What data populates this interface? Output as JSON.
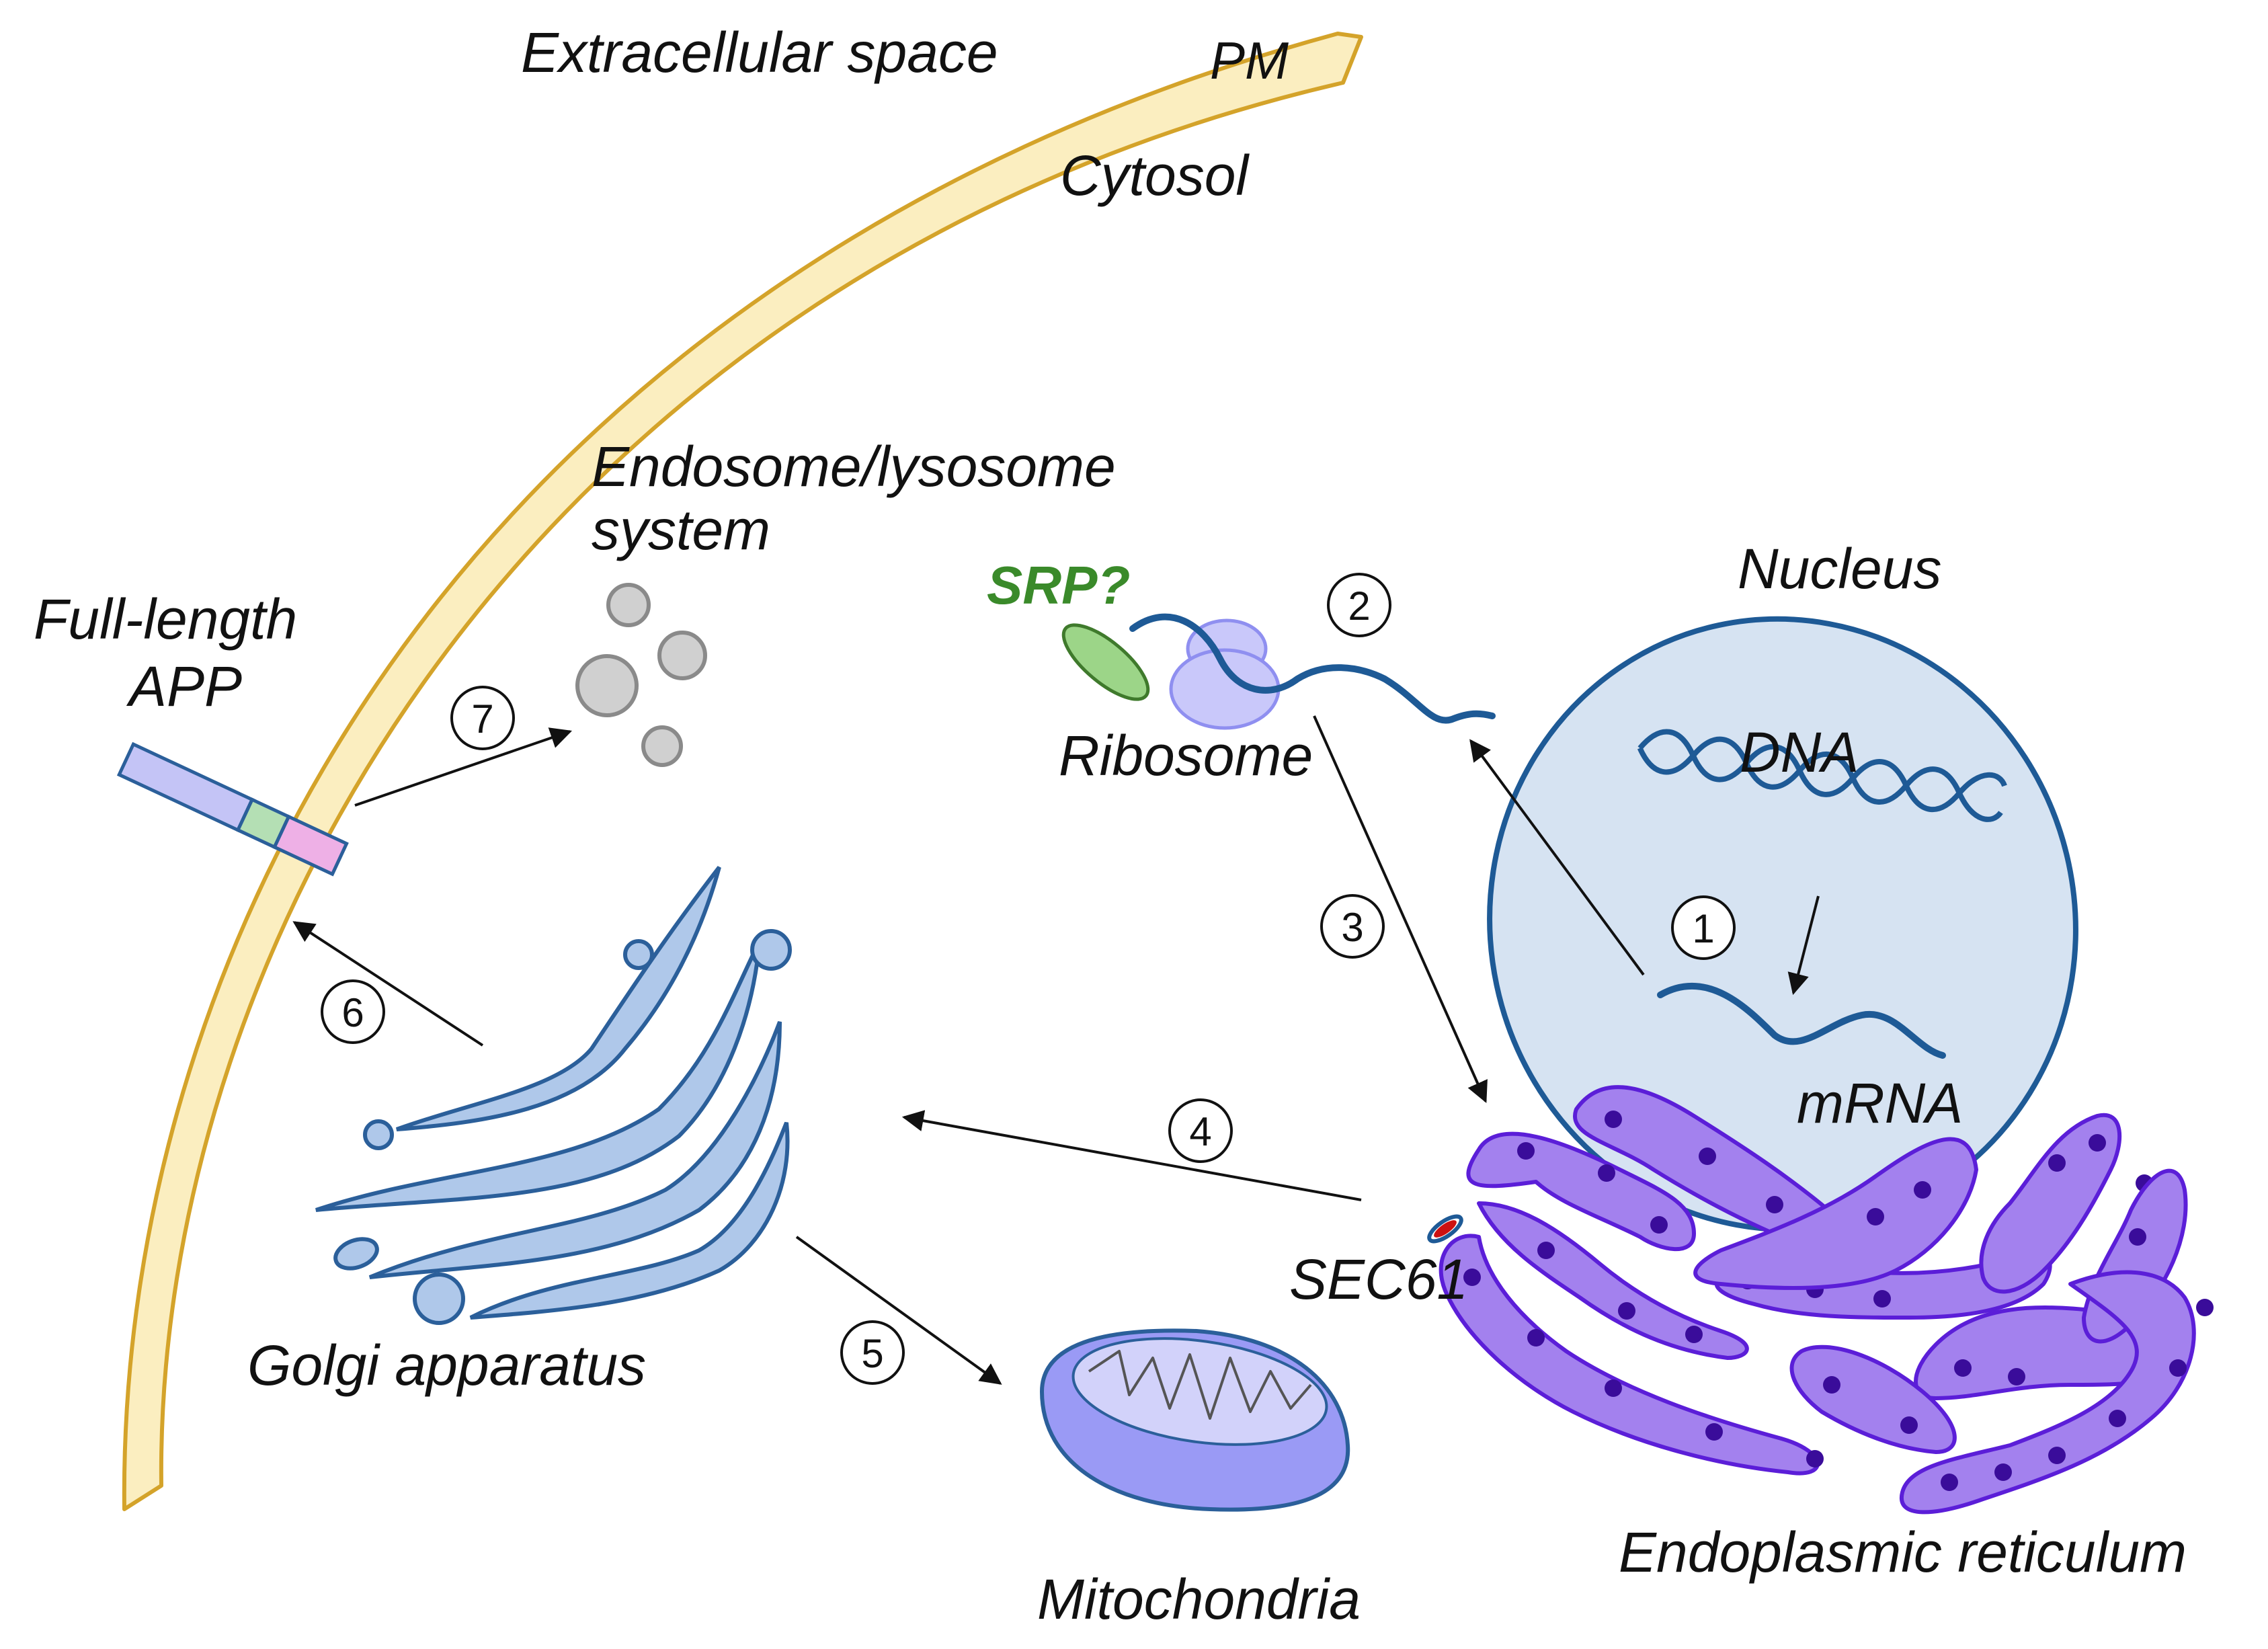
{
  "colors": {
    "membrane_fill": "#fbeec0",
    "membrane_stroke": "#d4a32a",
    "nucleus_fill": "#d6e3f2",
    "nucleus_stroke": "#1e5a96",
    "dna": "#1e5a96",
    "er_fill": "#a381ee",
    "er_stroke": "#5b1ed8",
    "er_dot": "#3a0c9a",
    "golgi_fill": "#afc8ea",
    "golgi_stroke": "#2b5f9a",
    "ribosome_fill": "#c9c8fa",
    "ribosome_stroke": "#8f8ff0",
    "srp_fill": "#9cd588",
    "srp_stroke": "#3f7a2c",
    "srp_text": "#3a8a2a",
    "vesicle_fill": "#d0d0d0",
    "vesicle_stroke": "#8a8a8a",
    "mito_fill": "#9a9af5",
    "mito_inner": "#d2d2fa",
    "app_segment_1": "#c4c4f6",
    "app_segment_2": "#b4dfb4",
    "app_segment_3": "#eeb0e6",
    "sec61": "#cc1111"
  },
  "labels": {
    "extracellular": "Extracellular space",
    "pm": "PM",
    "cytosol": "Cytosol",
    "endosome_line1": "Endosome/lysosome",
    "endosome_line2": "system",
    "srp": "SRP?",
    "ribosome": "Ribosome",
    "nucleus": "Nucleus",
    "dna": "DNA",
    "mrna": "mRNA",
    "app_line1": "Full-length",
    "app_line2": "APP",
    "sec61": "SEC61",
    "golgi": "Golgi apparatus",
    "mitochondria": "Mitochondria",
    "er": "Endoplasmic reticulum"
  },
  "steps": [
    "1",
    "2",
    "3",
    "4",
    "5",
    "6",
    "7"
  ]
}
